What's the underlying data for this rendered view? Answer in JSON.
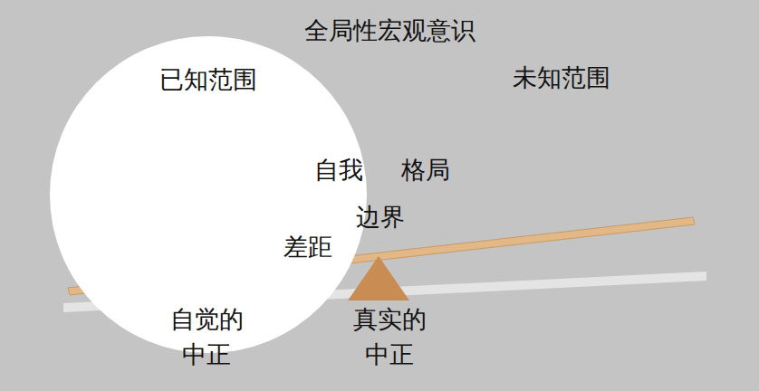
{
  "diagram": {
    "title": "全局性宏观意识",
    "nodes": [
      {
        "text": [
          "已知范围"
        ]
      }
    ],
    "labels": [
      "未知范围",
      "自我",
      "格局",
      "边界",
      "差距",
      "自觉的 中正",
      "真实的 中正"
    ]
  }
}
